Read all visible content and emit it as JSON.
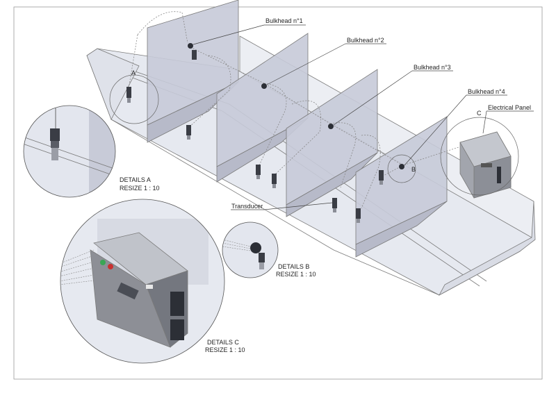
{
  "labels": {
    "bulkhead1": "Bulkhead n°1",
    "bulkhead2": "Bulkhead n°2",
    "bulkhead3": "Bulkhead n°3",
    "bulkhead4": "Bulkhead n°4",
    "electrical_panel": "Electrical Panel",
    "transducer": "Transducer",
    "marker_a": "A",
    "marker_b": "B",
    "marker_c": "C"
  },
  "details": {
    "a_title": "DETAILS A",
    "a_scale": "RESIZE 1 : 10",
    "b_title": "DETAILS B",
    "b_scale": "RESIZE 1 : 10",
    "c_title": "DETAILS C",
    "c_scale": "RESIZE 1 : 10"
  },
  "colors": {
    "hull_fill": "#e8ebf2",
    "bulkhead_fill": "#c5c8d6",
    "panel_body": "#8d8f96",
    "detail_bg": "#dcdfe8",
    "led_green": "#3aa655",
    "led_red": "#c93030"
  }
}
